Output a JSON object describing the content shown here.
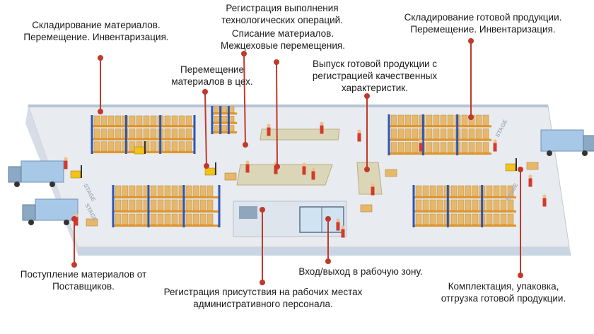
{
  "labels": {
    "storage_materials": "Складирование материалов.\nПеремещение. Инвентаризация.",
    "move_to_shop": "Перемещение\nматериалов в цех.",
    "tech_ops": "Регистрация выполнения\nтехнологических операций.",
    "writeoff": "Списание материалов.\nМежцеховые перемещения.",
    "product_release": "Выпуск готовой продукции с\nрегистрацией качественных\nхарактеристик.",
    "storage_products": "Складирование готовой продукции.\nПеремещение. Инвентаризация.",
    "receiving": "Поступление материалов от\nПоставщиков.",
    "attendance": "Регистрация присутствия на рабочих местах\nадминистративного персонала.",
    "entrance": "Вход/выход в рабочую зону.",
    "shipping": "Комплектация, упаковка,\nотгрузка готовой продукции."
  },
  "floor_markings": [
    "STAGE",
    "STAGE",
    "STAGE",
    "STAGE"
  ],
  "colors": {
    "pin": "#c0392b",
    "floor": "#e8ebef",
    "wall": "#c9d5e2",
    "rack": "#2d56b3",
    "box": "#e8b86a",
    "truck": "#a8c8e8"
  }
}
